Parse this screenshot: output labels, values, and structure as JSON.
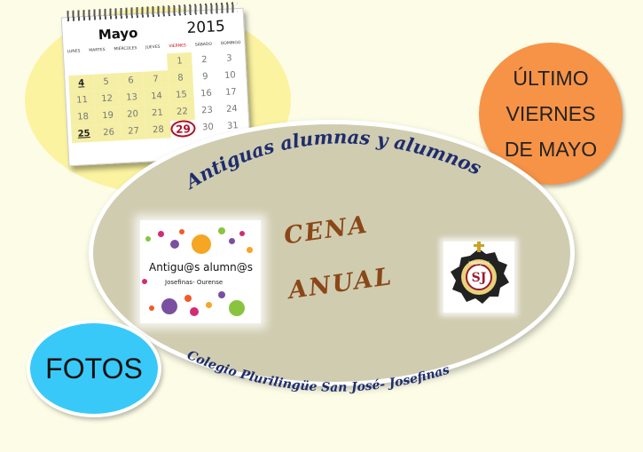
{
  "calendar": {
    "month": "Mayo",
    "year": "2015",
    "weekdays": [
      "LUNES",
      "MARTES",
      "MIÉRCOLES",
      "JUEVES",
      "VIERNES",
      "SÁBADO",
      "DOMINGO"
    ],
    "days": [
      "",
      "",
      "",
      "",
      "1",
      "2",
      "3",
      "4",
      "5",
      "6",
      "7",
      "8",
      "9",
      "10",
      "11",
      "12",
      "13",
      "14",
      "15",
      "16",
      "17",
      "18",
      "19",
      "20",
      "21",
      "22",
      "23",
      "24",
      "25",
      "26",
      "27",
      "28",
      "29",
      "30",
      "31"
    ],
    "highlight_day": "29",
    "bold_days": [
      "4",
      "25"
    ]
  },
  "badge_orange": {
    "lines": [
      "ÚLTIMO",
      "VIERNES",
      "DE MAYO"
    ],
    "color": "#f79346"
  },
  "main": {
    "arc_top": "Antiguas alumnas y alumnos",
    "arc_bottom": "Colegio Plurilingüe San José- Josefinas",
    "event_line1": "CENA",
    "event_line2": "ANUAL",
    "logo_left_title": "Antigu@s alumn@s",
    "logo_left_sub": "Josefinas- Ourense",
    "logo_right_text": "TRABAJO FE"
  },
  "fotos_button": {
    "label": "FOTOS",
    "color": "#38c9f8"
  }
}
